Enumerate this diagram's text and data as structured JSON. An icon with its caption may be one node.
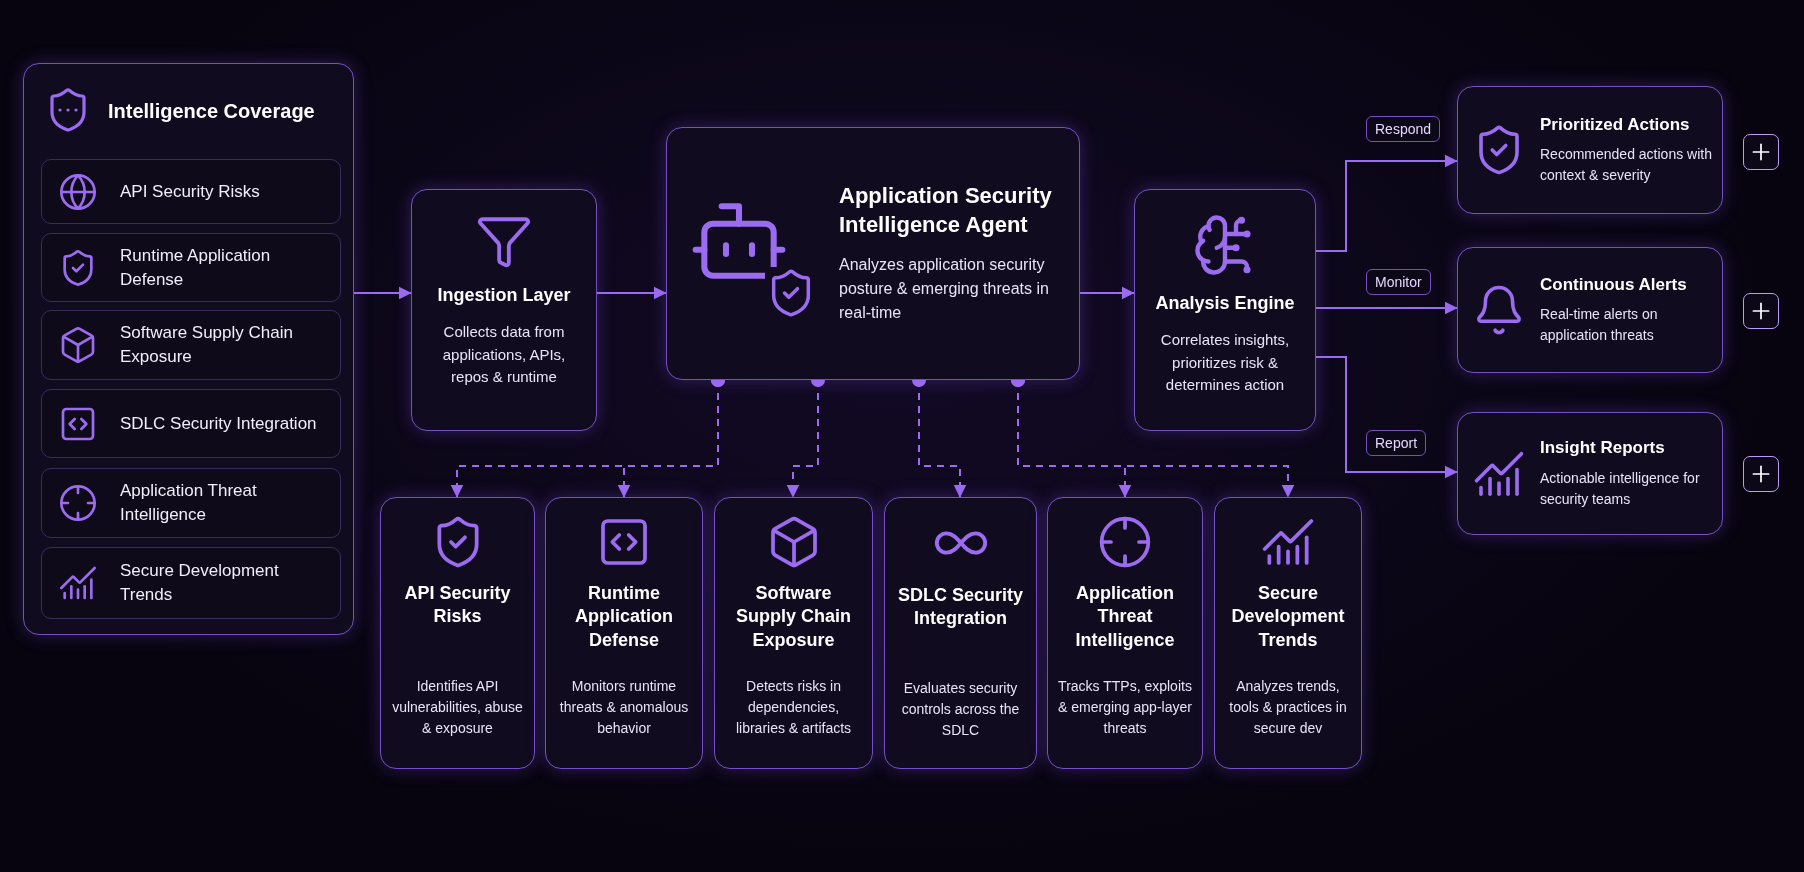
{
  "diagram": {
    "nodes": [
      {
        "text": [
          "Intelligence Coverage"
        ]
      },
      {
        "text": [
          "API Security Risks"
        ],
        "in": 0
      },
      {
        "text": [
          "Runtime Application Defense"
        ],
        "in": 0
      },
      {
        "text": [
          "Software Supply Chain Exposure"
        ],
        "in": 0
      },
      {
        "text": [
          "SDLC Security Integration"
        ],
        "in": 0
      },
      {
        "text": [
          "Application Threat Intelligence"
        ],
        "in": 0
      },
      {
        "text": [
          "Secure Development Trends"
        ],
        "in": 0
      },
      {
        "text": [
          "Ingestion Layer",
          "Collects data from applications, APIs, repos & runtime"
        ]
      },
      {
        "text": [
          "Application Security Intelligence Agent",
          "Analyzes application security posture & emerging threats in real-time"
        ]
      },
      {
        "text": [
          "Analysis Engine",
          "Correlates insights, prioritizes risk & determines action"
        ]
      },
      {
        "text": [
          "Prioritized Actions",
          "Recommended actions with context & severity"
        ]
      },
      {
        "text": [
          "Continuous Alerts",
          "Real-time alerts on application threats"
        ]
      },
      {
        "text": [
          "Insight Reports",
          "Actionable intelligence for security teams"
        ]
      },
      {
        "text": [
          "API Security Risks",
          "Identifies API vulnerabilities, abuse & exposure"
        ]
      },
      {
        "text": [
          "Runtime Application Defense",
          "Monitors runtime threats & anomalous behavior"
        ]
      },
      {
        "text": [
          "Software Supply Chain Exposure",
          "Detects risks in dependencies, libraries & artifacts"
        ]
      },
      {
        "text": [
          "SDLC Security Integration",
          "Evaluates security controls across the SDLC"
        ]
      },
      {
        "text": [
          "Application Threat Intelligence",
          "Tracks TTPs, exploits & emerging app-layer threats"
        ]
      },
      {
        "text": [
          "Secure Development Trends",
          "Analyzes trends, tools & practices in secure dev"
        ]
      }
    ],
    "edges": [
      {
        "from": 0,
        "to": 7,
        "arrow": "to"
      },
      {
        "from": 7,
        "to": 8,
        "arrow": "to"
      },
      {
        "from": 8,
        "to": 9,
        "arrow": "to"
      },
      {
        "from": 9,
        "to": 10,
        "arrow": "to",
        "label": "Respond"
      },
      {
        "from": 9,
        "to": 11,
        "arrow": "to",
        "label": "Monitor"
      },
      {
        "from": 9,
        "to": 12,
        "arrow": "to",
        "label": "Report"
      },
      {
        "from": 8,
        "to": 13,
        "arrow": "to",
        "style": "dashed"
      },
      {
        "from": 8,
        "to": 14,
        "arrow": "to",
        "style": "dashed"
      },
      {
        "from": 8,
        "to": 15,
        "arrow": "to",
        "style": "dashed"
      },
      {
        "from": 8,
        "to": 16,
        "arrow": "to",
        "style": "dashed"
      },
      {
        "from": 8,
        "to": 17,
        "arrow": "to",
        "style": "dashed"
      },
      {
        "from": 8,
        "to": 18,
        "arrow": "to",
        "style": "dashed"
      }
    ]
  }
}
